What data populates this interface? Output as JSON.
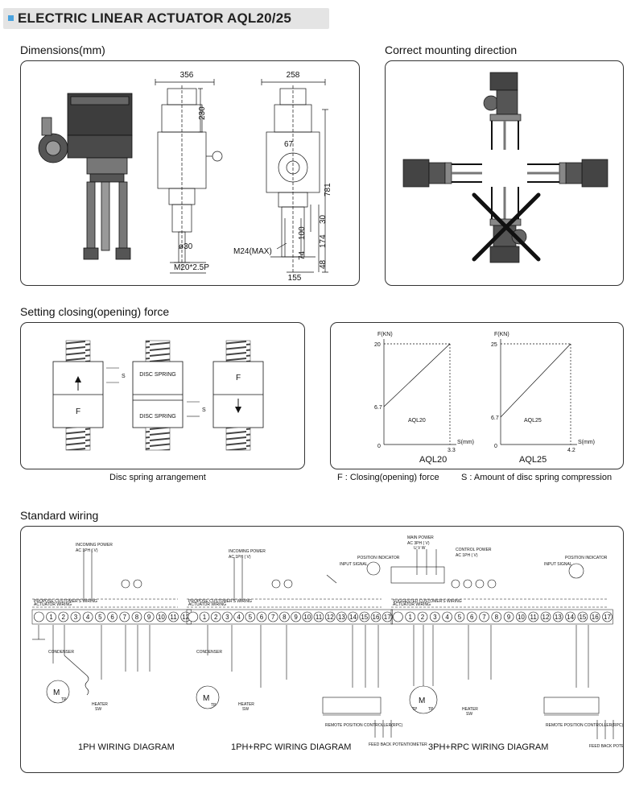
{
  "header": {
    "title": "ELECTRIC LINEAR ACTUATOR AQL20/25"
  },
  "sections": {
    "dimensions": "Dimensions(mm)",
    "mounting": "Correct mounting direction",
    "setting": "Setting closing(opening) force",
    "wiring": "Standard wiring"
  },
  "dimensions": {
    "width_356": "356",
    "width_258": "258",
    "h_230": "230",
    "h_67": "67",
    "h_781": "781",
    "h_100": "100",
    "h_74": "74",
    "h_30": "30",
    "h_174": "174",
    "h_48": "48",
    "phi30": "ø30",
    "thread": "M20*2.5P",
    "m24": "M24(MAX)",
    "w_155": "155"
  },
  "spring": {
    "s": "S",
    "f": "F",
    "disc_spring": "DISC SPRING",
    "caption": "Disc spring arrangement"
  },
  "graphs": {
    "fkn": "F(KN)",
    "smm": "S(mm)",
    "zero": "0",
    "left": {
      "ymax": "20",
      "ymin": "6.7",
      "xmax": "3.3",
      "model": "AQL20",
      "caption": "AQL20"
    },
    "right": {
      "ymax": "25",
      "ymin": "6.7",
      "xmax": "4.2",
      "model": "AQL25",
      "caption": "AQL25"
    },
    "legend_f": "F : Closing(opening) force",
    "legend_s": "S : Amount of disc spring compression"
  },
  "wiring": {
    "diagram1": "1PH WIRING DIAGRAM",
    "diagram2": "1PH+RPC WIRING DIAGRAM",
    "diagram3": "3PH+RPC WIRING DIAGRAM",
    "incoming_power": "INCOMING POWER",
    "ac1ph": "AC 1PH (   V)",
    "main_power": "MAIN POWER",
    "ac3ph": "AC 3PH (   V)",
    "control_power": "CONTROL POWER",
    "uvw": "U  V  W",
    "propose": "PROPOSE CUSTOMER'S WIRING",
    "suggested": "SUGGESTED CUSTOMER'S WIRING",
    "actuator": "ACTUATOR WIRING",
    "input_signal": "INPUT SIGNAL",
    "position_indicator": "POSITION INDICATOR",
    "condenser": "CONDENSER",
    "heater": "HEATER",
    "sw": "SW",
    "rpc": "REMOTE POSITION CONTROLLER(RPC)",
    "feedback": "FEED BACK POTENTIOMETER",
    "m": "M",
    "tp": "TP",
    "terminals": [
      "1",
      "2",
      "3",
      "4",
      "5",
      "6",
      "7",
      "8",
      "9",
      "10",
      "11",
      "12",
      "13",
      "14",
      "15",
      "16",
      "17"
    ]
  }
}
